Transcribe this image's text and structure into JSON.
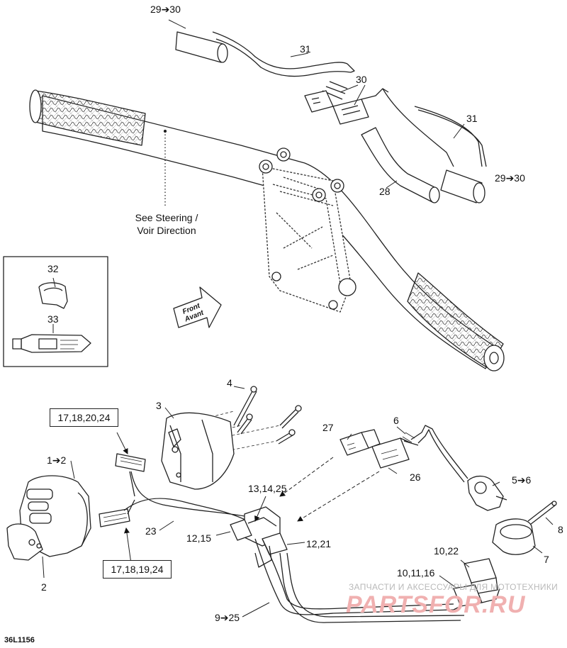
{
  "labels": {
    "l29_30_top": "29➔30",
    "l31_top": "31",
    "l30": "30",
    "l31_right": "31",
    "l28": "28",
    "l29_30_right": "29➔30",
    "l32": "32",
    "l33": "33",
    "l4": "4",
    "l3": "3",
    "l6": "6",
    "l27": "27",
    "l26": "26",
    "l1_2": "1➔2",
    "l13_14_25": "13,14,25",
    "l5_6": "5➔6",
    "l8": "8",
    "l12_15": "12,15",
    "l12_21": "12,21",
    "l23": "23",
    "l7": "7",
    "l10_22": "10,22",
    "l10_11_16": "10,11,16",
    "l2": "2",
    "l9_25": "9➔25"
  },
  "boxes": {
    "b17_18_20_24": "17,18,20,24",
    "b17_18_19_24": "17,18,19,24"
  },
  "see_steering": {
    "line1": "See Steering /",
    "line2": "Voir Direction"
  },
  "front_arrow": {
    "line1": "Front",
    "line2": "Avant"
  },
  "diagram_code": "36L1156",
  "watermark": {
    "line1": "ЗАПЧАСТИ И АКСЕССУАРЫ ДЛЯ МОТОТЕХНИКИ",
    "line2": "PARTSFOR.RU"
  },
  "colors": {
    "line": "#222222",
    "watermark_red": "#f0b0b0",
    "watermark_gray": "#b9b9b9"
  }
}
